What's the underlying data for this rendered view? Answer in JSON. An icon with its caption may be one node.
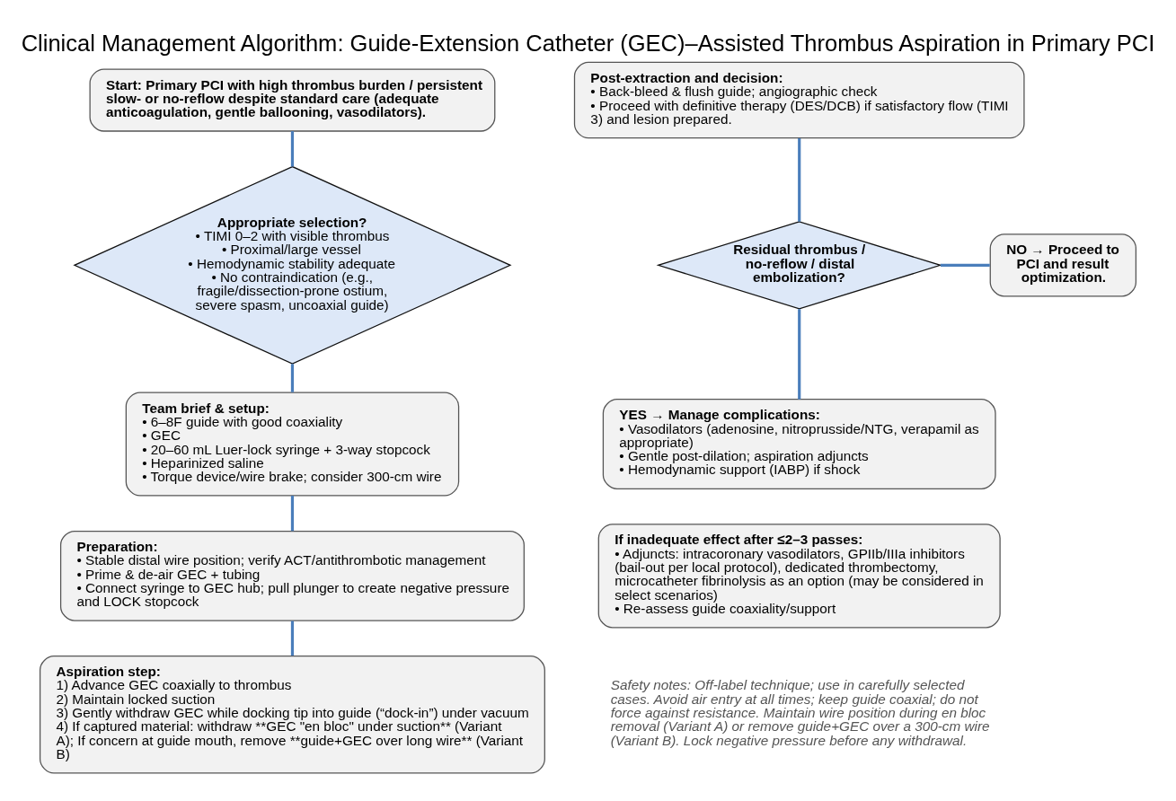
{
  "diagram": {
    "title": "Clinical Management Algorithm: Guide-Extension Catheter (GEC)–Assisted Thrombus Aspiration in Primary PCI",
    "nodes": [
      {
        "text": [
          "Start: Primary PCI with high thrombus burden / persistent slow- or no-reflow despite standard care (adequate anticoagulation, gentle ballooning, vasodilators)."
        ]
      },
      {
        "text": [
          "Appropriate selection?",
          "• TIMI 0–2 with visible thrombus",
          "• Proximal/large vessel",
          "• Hemodynamic stability adequate",
          "• No contraindication (e.g., fragile/dissection-prone ostium, severe spasm, uncoaxial guide)"
        ]
      },
      {
        "text": [
          "Team brief & setup:",
          "• 6–8F guide with good coaxiality",
          "• GEC",
          "• 20–60 mL Luer-lock syringe + 3-way stopcock",
          "• Heparinized saline",
          "• Torque device/wire brake; consider 300-cm wire"
        ]
      },
      {
        "text": [
          "Preparation:",
          "• Stable distal wire position; verify ACT/antithrombotic management",
          "• Prime & de-air GEC + tubing",
          "• Connect syringe to GEC hub; pull plunger to create negative pressure and LOCK stopcock"
        ]
      },
      {
        "text": [
          "Aspiration step:",
          "1) Advance GEC coaxially to thrombus",
          "2) Maintain locked suction",
          "3) Gently withdraw GEC while docking tip into guide (“dock-in”) under vacuum",
          "4) If captured material: withdraw **GEC \"en bloc\" under suction** (Variant A); If concern at guide mouth, remove **guide+GEC over long wire** (Variant B)"
        ]
      },
      {
        "text": [
          "Post-extraction and decision:",
          "• Back-bleed & flush guide; angiographic check",
          "• Proceed with definitive therapy (DES/DCB) if satisfactory flow (TIMI 3) and lesion prepared."
        ]
      },
      {
        "text": [
          "Residual thrombus / no-reflow / distal embolization?"
        ]
      },
      {
        "text": [
          "NO → Proceed to PCI and result optimization."
        ]
      },
      {
        "text": [
          "YES → Manage complications:",
          "• Vasodilators (adenosine, nitroprusside/NTG, verapamil as appropriate)",
          "• Gentle post-dilation; aspiration adjuncts",
          "• Hemodynamic support (IABP) if shock"
        ]
      },
      {
        "text": [
          "If inadequate effect after ≤2–3 passes:",
          "• Adjuncts: intracoronary vasodilators, GPIIb/IIIa inhibitors (bail-out per local protocol), dedicated thrombectomy, microcatheter fibrinolysis as an option (may be considered in select scenarios)",
          "• Re-assess guide coaxiality/support"
        ]
      }
    ],
    "edges": [
      {
        "from": 0,
        "to": 1,
        "arrow": "none"
      },
      {
        "from": 1,
        "to": 2,
        "arrow": "none"
      },
      {
        "from": 2,
        "to": 3,
        "arrow": "none"
      },
      {
        "from": 3,
        "to": 4,
        "arrow": "none"
      },
      {
        "from": 5,
        "to": 6,
        "arrow": "none"
      },
      {
        "from": 6,
        "to": 7,
        "arrow": "none"
      },
      {
        "from": 6,
        "to": 8,
        "arrow": "none"
      }
    ],
    "labels": [
      "Safety notes: Off-label technique; use in carefully selected cases. Avoid air entry at all times; keep guide coaxial; do not force against resistance. Maintain wire position during en bloc removal (Variant A) or remove guide+GEC over a 300-cm wire (Variant B). Lock negative pressure before any withdrawal."
    ]
  }
}
